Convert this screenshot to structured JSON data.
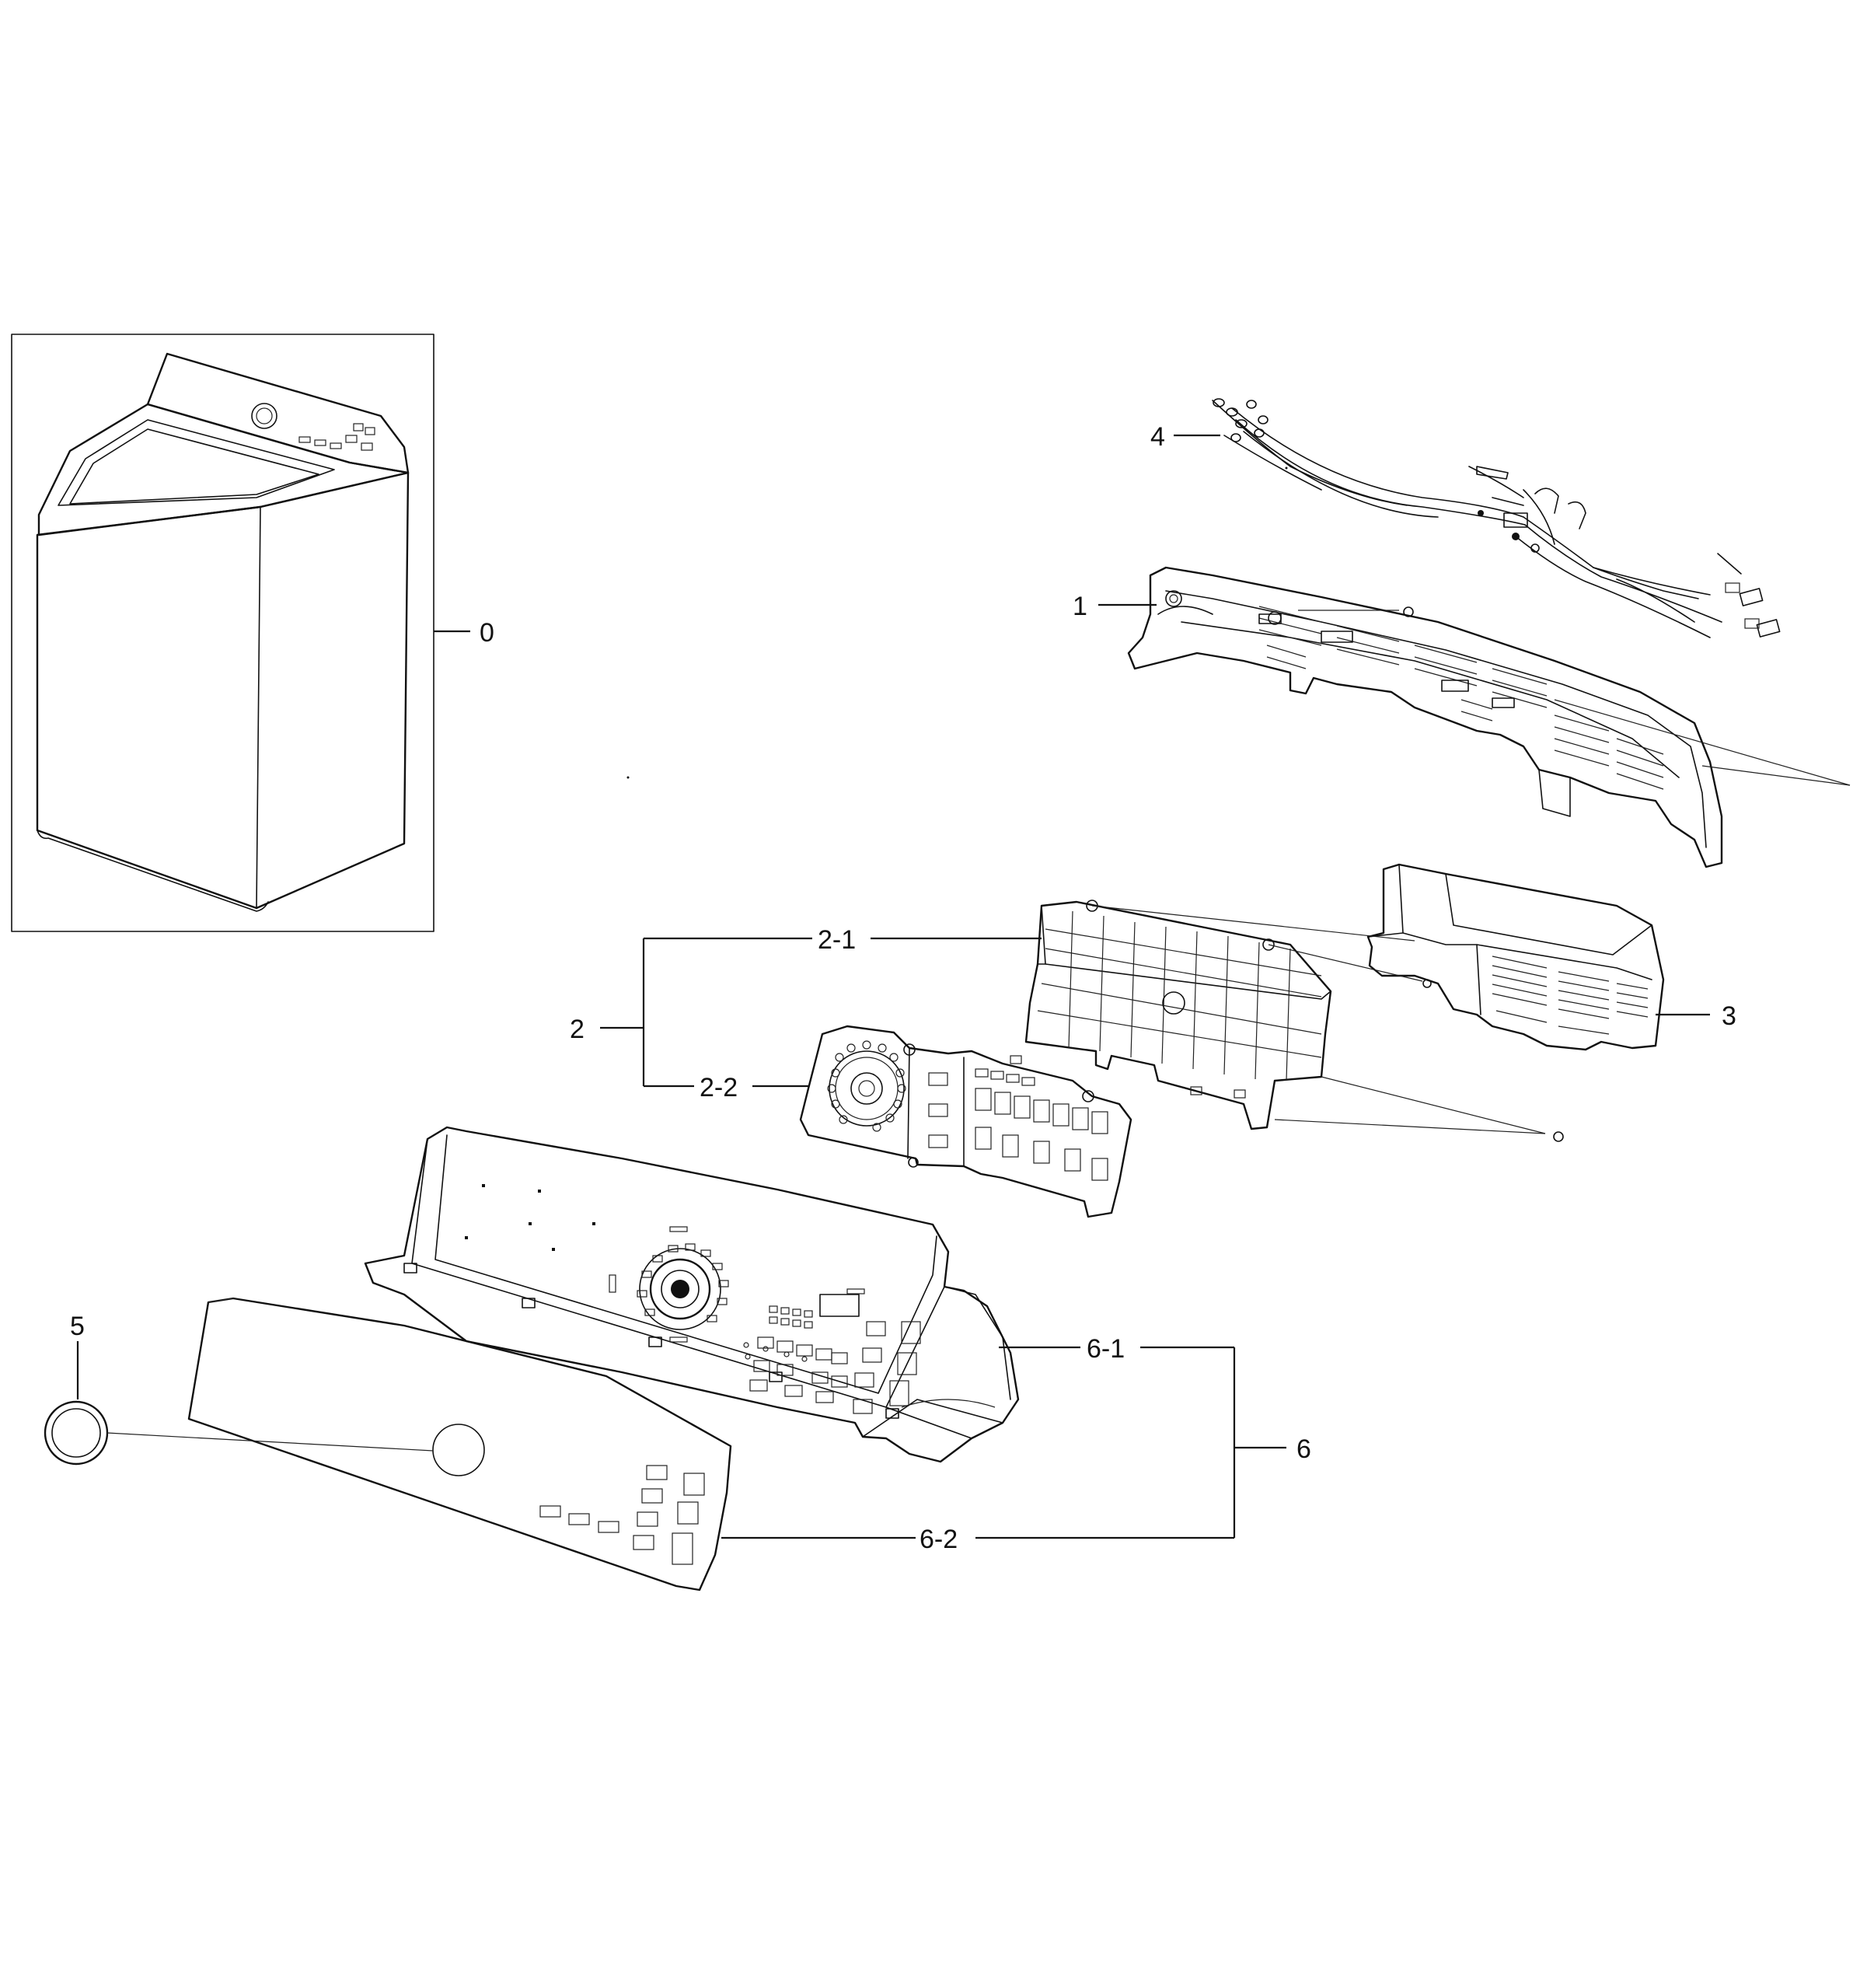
{
  "callouts": {
    "c0": "0",
    "c1": "1",
    "c2": "2",
    "c2_1": "2-1",
    "c2_2": "2-2",
    "c3": "3",
    "c4": "4",
    "c5": "5",
    "c6": "6",
    "c6_1": "6-1",
    "c6_2": "6-2"
  }
}
